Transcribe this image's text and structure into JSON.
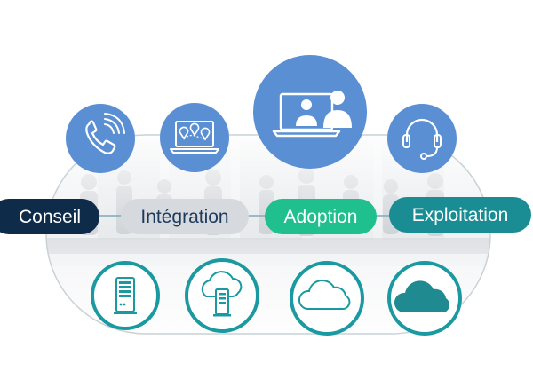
{
  "colors": {
    "blue_circle": "#5b8fd3",
    "teal_ring": "#1a9aa0",
    "teal_dark": "#1f8a8f",
    "navy": "#0f2b4a",
    "grey_pill": "#d6d9dd",
    "green": "#1fbf8e",
    "teal_pill": "#1a8c93",
    "oval_stroke": "#c9d2d6"
  },
  "top_icons": [
    {
      "name": "phone-icon"
    },
    {
      "name": "laptop-map-icon"
    },
    {
      "name": "video-meeting-icon"
    },
    {
      "name": "headset-icon"
    }
  ],
  "bottom_icons": [
    {
      "name": "server-icon"
    },
    {
      "name": "cloud-server-icon"
    },
    {
      "name": "cloud-outline-icon"
    },
    {
      "name": "cloud-solid-icon"
    }
  ],
  "phases": [
    {
      "label": "Conseil"
    },
    {
      "label": "Intégration"
    },
    {
      "label": "Adoption"
    },
    {
      "label": "Exploitation"
    }
  ]
}
